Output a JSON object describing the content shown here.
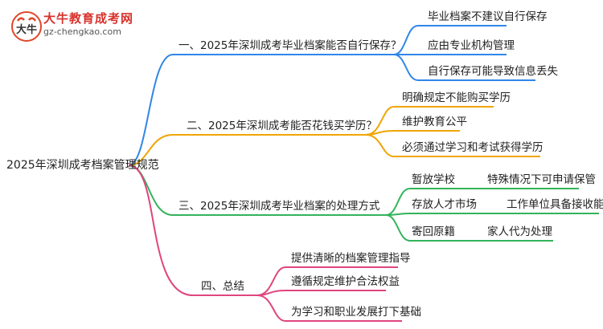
{
  "watermark": {
    "site_name": "大牛教育成考网",
    "url": "gz-chengkao.com",
    "logo_text": "大牛"
  },
  "colors": {
    "blue": "#2f86e8",
    "orange": "#f0a500",
    "green": "#33b35a",
    "magenta": "#e0457e"
  },
  "mindmap": {
    "root": "2025年深圳成考档案管理规范",
    "branches": [
      {
        "label": "一、2025年深圳成考毕业档案能否自行保存？",
        "children": [
          {
            "label": "毕业档案不建议自行保存"
          },
          {
            "label": "应由专业机构管理"
          },
          {
            "label": "自行保存可能导致信息丢失"
          }
        ]
      },
      {
        "label": "二、2025年深圳成考能否花钱买学历？",
        "children": [
          {
            "label": "明确规定不能购买学历"
          },
          {
            "label": "维护教育公平"
          },
          {
            "label": "必须通过学习和考试获得学历"
          }
        ]
      },
      {
        "label": "三、2025年深圳成考毕业档案的处理方式",
        "children": [
          {
            "label": "暂放学校",
            "sub": "特殊情况下可申请保管"
          },
          {
            "label": "存放人才市场",
            "sub": "工作单位具备接收能力"
          },
          {
            "label": "寄回原籍",
            "sub": "家人代为处理"
          }
        ]
      },
      {
        "label": "四、总结",
        "children": [
          {
            "label": "提供清晰的档案管理指导"
          },
          {
            "label": "遵循规定维护合法权益"
          },
          {
            "label": "为学习和职业发展打下基础"
          }
        ]
      }
    ]
  }
}
